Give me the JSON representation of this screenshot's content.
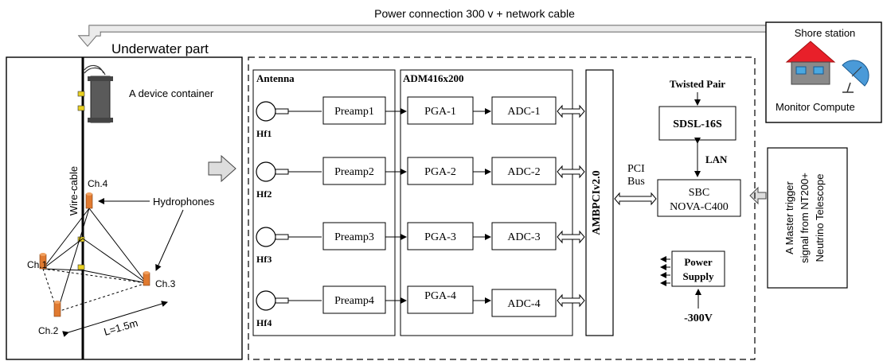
{
  "top_label": "Power connection 300 v + network cable",
  "underwater": {
    "title": "Underwater part",
    "container_label": "A device container",
    "cable_label": "Wire-cable",
    "hydrophones_label": "Hydrophones",
    "channels": [
      "Ch.1",
      "Ch.2",
      "Ch.3",
      "Ch.4"
    ],
    "distance_label": "L=1.5m"
  },
  "shore": {
    "title": "Shore station",
    "monitor_label": "Monitor Compute"
  },
  "trigger": {
    "line1": "A Master trigger",
    "line2": "signal from NT200+",
    "line3": "Neutrino Telescope"
  },
  "antenna": {
    "title": "Antenna",
    "hydrophones": [
      "Hf1",
      "Hf2",
      "Hf3",
      "Hf4"
    ],
    "preamps": [
      "Preamp1",
      "Preamp2",
      "Preamp3",
      "Preamp4"
    ]
  },
  "adm": {
    "title": "ADM416x200",
    "pgas": [
      "PGA-1",
      "PGA-2",
      "PGA-3",
      "PGA-4"
    ],
    "adcs": [
      "ADC-1",
      "ADC-2",
      "ADC-3",
      "ADC-4"
    ]
  },
  "bus_label": "AMBPCIv2.0",
  "pci_bus": {
    "line1": "PCI",
    "line2": "Bus"
  },
  "twisted_pair": "Twisted Pair",
  "sdsl": "SDSL-16S",
  "lan": "LAN",
  "sbc": {
    "line1": "SBC",
    "line2": "NOVA-C400"
  },
  "power_supply": {
    "line1": "Power",
    "line2": "Supply"
  },
  "voltage": "-300V",
  "colors": {
    "line": "#000000",
    "arrow_fill": "#d0d0d0",
    "house_roof": "#e8202a",
    "house_wall": "#808080",
    "house_window": "#4aa8e0",
    "dish": "#4a9ad8",
    "hydrophone": "#e07a30",
    "clamp": "#e8d020",
    "container": "#606060"
  }
}
